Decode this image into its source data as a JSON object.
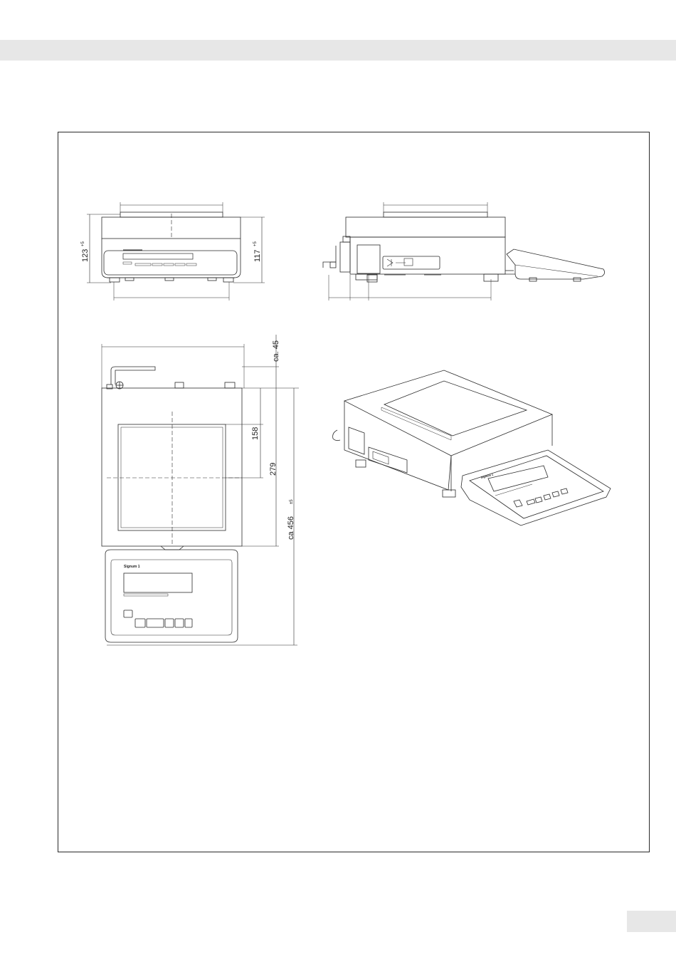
{
  "dimensions": {
    "height_front": "123",
    "height_front_tol": "+5",
    "height_front_inner": "117",
    "height_front_inner_tol": "+5",
    "top_clearance": "ca. 45",
    "pan_depth": "158",
    "body_depth": "279",
    "total_depth": "ca 456",
    "total_depth_tol": "±5"
  },
  "display": {
    "brand_label": "Signum 1"
  },
  "colors": {
    "line": "#2a2a2a",
    "band": "#e7e7e7"
  }
}
